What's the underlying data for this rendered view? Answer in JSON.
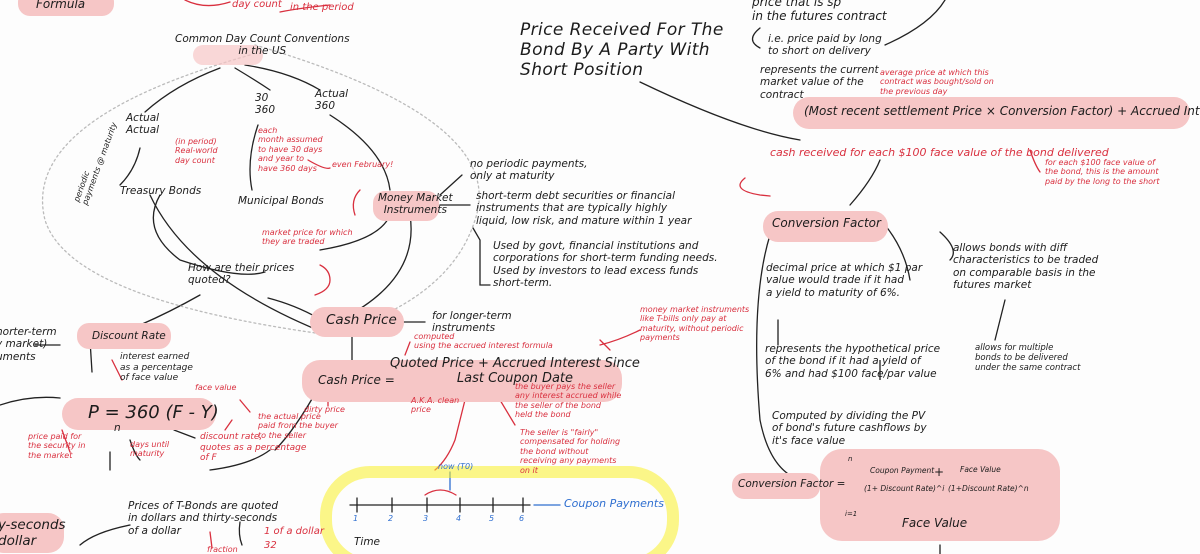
{
  "t_formula": "Formula",
  "t_daycount": "day count",
  "t_days_elapsed": "days elapsed\nin the period",
  "t_conventions": "Common Day Count Conventions\nin the US",
  "t_actual_actual": "Actual\nActual",
  "t_30_360": "30\n360",
  "t_actual_360": "Actual\n360",
  "t_in_period": "(in period)\nReal-world\nday count",
  "t_each_month": "each\nmonth assumed\nto have 30 days\nand year to\nhave 360 days",
  "t_even_feb": "even February!",
  "t_periodic": "periodic\npayments @ maturity",
  "t_treasury": "Treasury Bonds",
  "t_municipal": "Municipal Bonds",
  "t_mm_instruments": "Money Market\nInstruments",
  "t_no_periodic": "no periodic payments,\nonly at maturity",
  "t_short_term": "short-term debt securities or financial\ninstruments that are typically highly\nliquid, low risk, and mature within 1 year",
  "t_used_by_govt": "Used by govt, financial institutions and\ncorporations for short-term funding needs.\nUsed by investors to lead excess funds\nshort-term.",
  "t_market_price": "market price for which\nthey are traded",
  "t_how_prices": "How are their prices\nquoted?",
  "t_shorter_term": "horter-term\ny market)\numents",
  "t_discount_rate": "Discount Rate",
  "t_interest_earned": "interest earned\nas a percentage\nof face value",
  "t_formula_p": "P = 360 (F - Y)",
  "t_formula_n": "n",
  "t_face_value_lbl": "face value",
  "t_price_paid": "price paid for\nthe security in\nthe market",
  "t_days_until": "days until\nmaturity",
  "t_disc_rate_quote": "discount rate,\nquotes as a percentage\nof F",
  "t_cash_price": "Cash Price",
  "t_longer_term": "for longer-term\ninstruments",
  "t_computed_using": "computed\nusing the accrued interest formula",
  "t_money_market_note": "money market instruments\nlike T-bills only pay at\nmaturity, without periodic\npayments",
  "t_cash_eq": "Cash Price =",
  "t_quoted_price_eq": "Quoted Price + Accrued Interest Since\nLast Coupon Date",
  "t_dirty_price": "dirty price",
  "t_actual_price": "the actual price\npaid from the buyer\nto the seller",
  "t_aka_clean": "A.K.A. clean\nprice",
  "t_buyer_pays": "the buyer pays the seller\nany interest accrued while\nthe seller of the bond\nheld the bond",
  "t_seller_fair": "The seller is \"fairly\"\ncompensated for holding\nthe bond without\nreceiving any payments\non it",
  "t_now": "now (T0)",
  "t_coupon_payments": "Coupon Payments",
  "t_time": "Time",
  "t_ticks": [
    "1",
    "2",
    "3",
    "4",
    "5",
    "6"
  ],
  "t_prices_tbonds": "Prices of T-Bonds are quoted\nin dollars and thirty-seconds\nof a dollar",
  "t_y_seconds": "y-seconds\ndollar",
  "t_fraction": "fraction",
  "t_of_a_dollar": "1 of a dollar",
  "t_32": "32",
  "t_price_short": "Price Received For The\nBond By A Party With\nShort Position",
  "t_price_futures": "price that is sp\nin the futures contract",
  "t_price_paid_long": "i.e. price paid by long\nto short on delivery",
  "t_represents_current": "represents the current\nmarket value of the\ncontract",
  "t_average_price": "average price at which this\ncontract was bought/sold on\nthe previous day",
  "t_settlement_eq": "(Most recent settlement Price × Conversion Factor) + Accrued Interest",
  "t_cash_received": "cash received for each $100 face value of the bond delivered",
  "t_for_each_100": "for each $100 face value of\nthe bond, this is the amount\npaid by the long to the short",
  "t_conversion_factor": "Conversion Factor",
  "t_allows_bonds": "allows bonds with diff\ncharacteristics to be traded\non comparable basis in the\nfutures market",
  "t_decimal_price": "decimal price at which $1 par\nvalue would trade if it had\na yield to maturity of 6%.",
  "t_represents_hypo": "represents the hypothetical price\nof the bond if it had a yield of\n6% and had $100 face/par value",
  "t_allows_multiple": "allows for multiple\nbonds to be delivered\nunder the same contract",
  "t_computed_dividing": "Computed by dividing the PV\nof bond's future cashflows by\nit's face value",
  "t_cf_eq": "Conversion Factor =",
  "t_sum_top": "n",
  "t_sum_bot": "i=1",
  "t_coupon_frac_top": "Coupon Payment",
  "t_coupon_frac_bot": "(1+ Discount Rate)^i",
  "t_plus": "+",
  "t_face_frac_top": "Face Value",
  "t_face_frac_bot": "(1+Discount Rate)^n",
  "t_face_value_denom": "Face Value",
  "colors": {
    "ink": "#1c1c1c",
    "red": "#d9303f",
    "highlight": "#f6c6c6",
    "yellow": "#fae828",
    "blue": "#2f6fd0"
  }
}
